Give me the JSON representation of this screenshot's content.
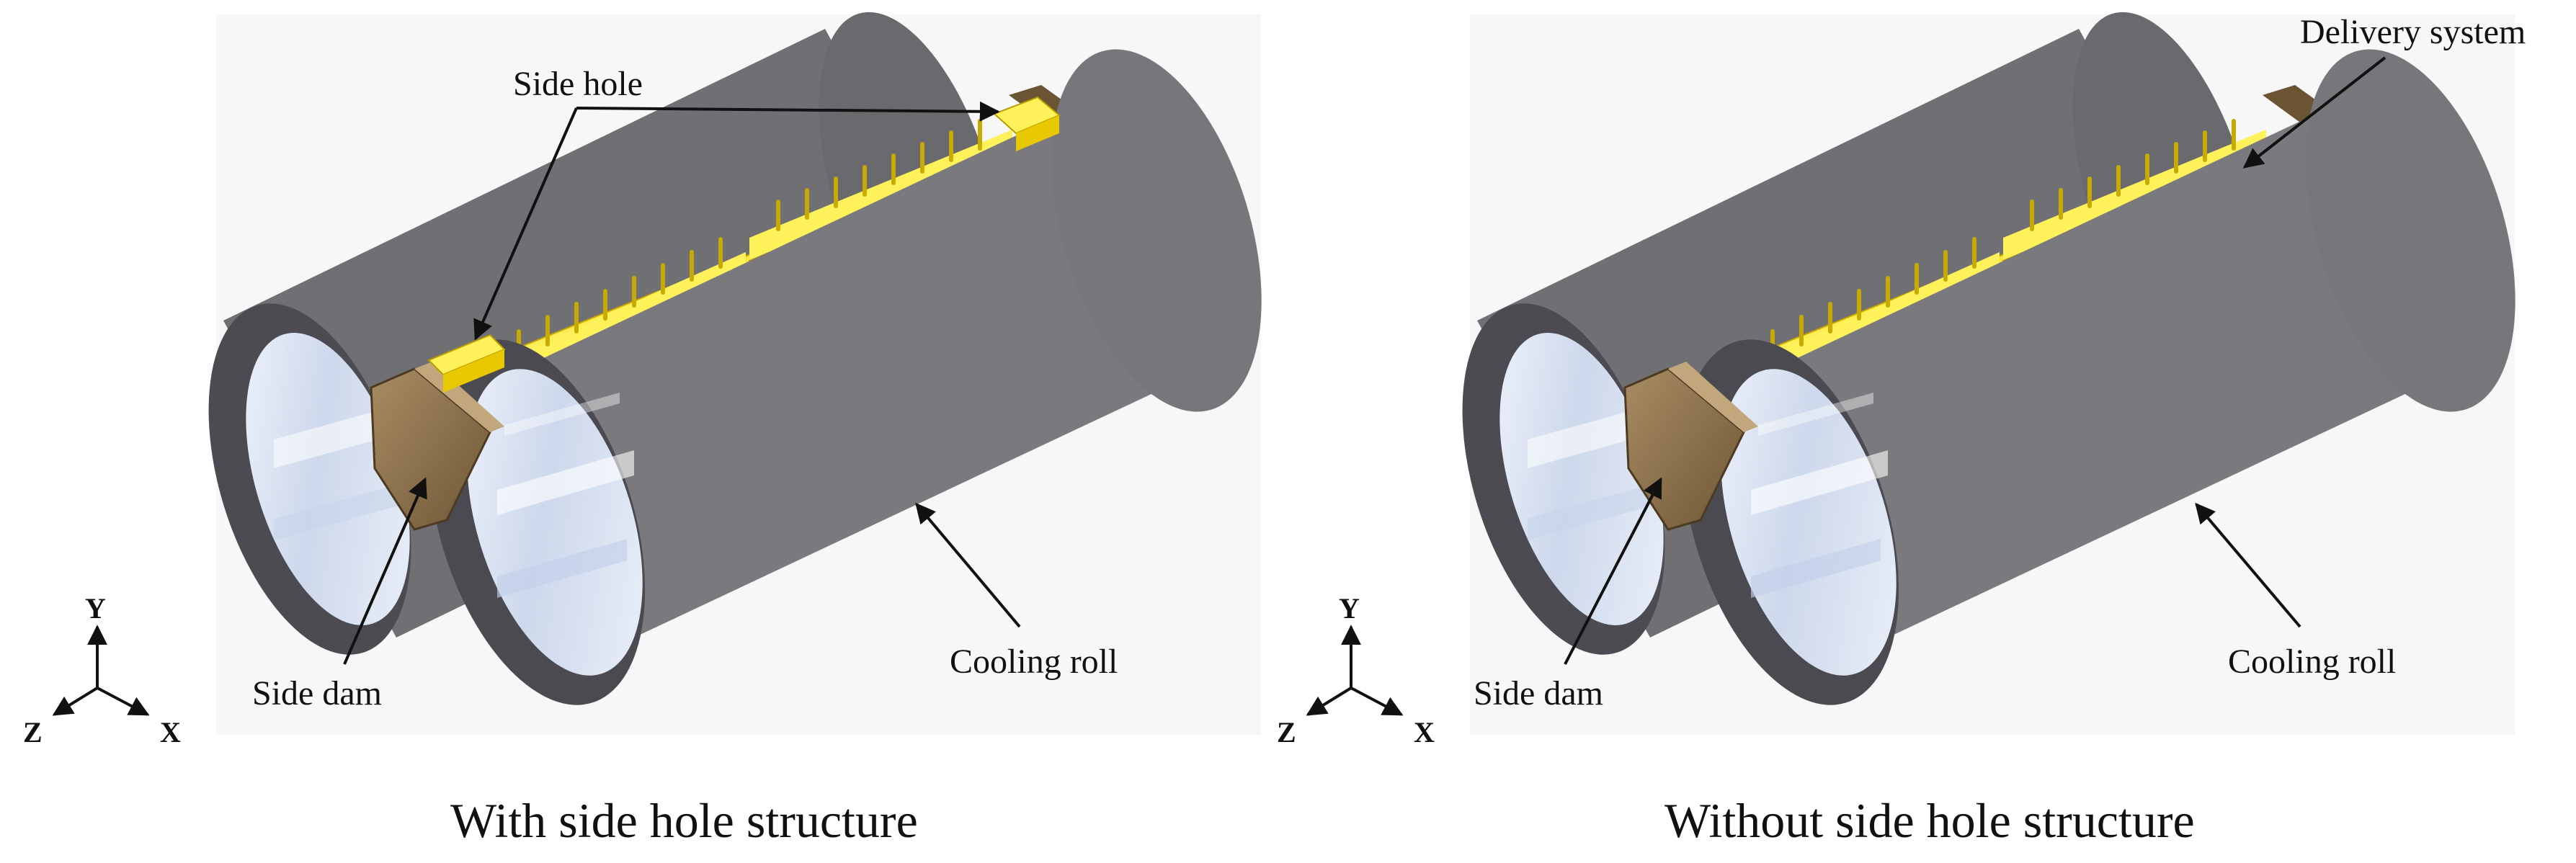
{
  "panels": [
    {
      "caption": "With side hole structure",
      "labels": {
        "side_hole": "Side hole",
        "side_dam": "Side dam",
        "cooling_roll": "Cooling roll"
      },
      "axes": {
        "y": "Y",
        "z": "Z",
        "x": "X"
      }
    },
    {
      "caption": "Without side hole structure",
      "labels": {
        "delivery_system": "Delivery system",
        "side_dam": "Side dam",
        "cooling_roll": "Cooling roll"
      },
      "axes": {
        "y": "Y",
        "z": "Z",
        "x": "X"
      }
    }
  ],
  "colors": {
    "roll_body": "#76767a",
    "roll_end": "#4a4a50",
    "roll_inner": "#dfe6f4",
    "delivery_system": "#ffe60a",
    "side_dam": "#8b6f47"
  }
}
